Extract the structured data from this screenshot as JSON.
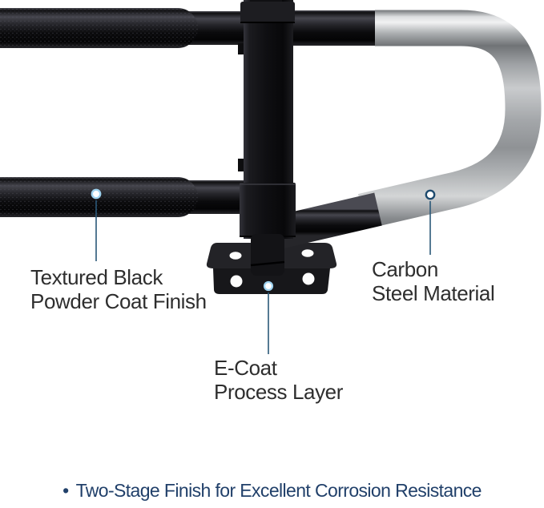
{
  "callouts": [
    {
      "line1": "Textured Black",
      "line2": "Powder Coat Finish"
    },
    {
      "line1": "Carbon",
      "line2": "Steel Material"
    },
    {
      "line1": "E-Coat",
      "line2": "Process Layer"
    }
  ],
  "footer": {
    "bullet": "•",
    "text": "Two-Stage Finish for Excellent Corrosion Resistance"
  },
  "colors": {
    "background": "#ffffff",
    "label_text": "#2e2e2e",
    "footer_text": "#21406a",
    "callout_line": "#2a5878",
    "dot_fill": "#ffffff",
    "dot_ring_light": "#9fd3f0",
    "dot_ring_dark": "#1d4a6e",
    "black_finish": "#121215",
    "silver_steel": "#b6b9bb"
  }
}
